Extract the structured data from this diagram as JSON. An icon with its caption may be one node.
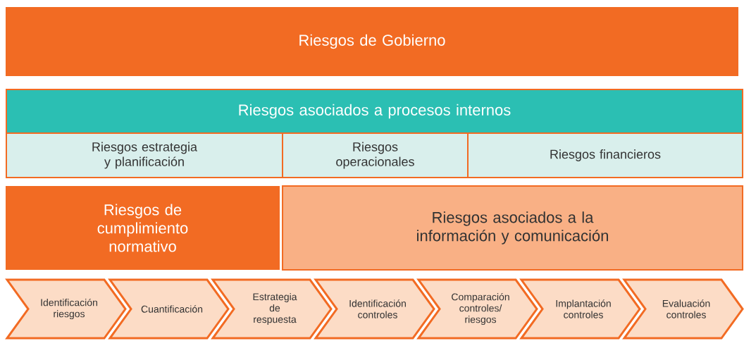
{
  "diagram": {
    "nodes": [
      {
        "text": [
          "Riesgos de Gobierno"
        ]
      },
      {
        "text": [
          "Riesgos asociados a procesos internos"
        ]
      },
      {
        "text": [
          "Riesgos estrategia y planificación"
        ]
      },
      {
        "text": [
          "Riesgos operacionales"
        ]
      },
      {
        "text": [
          "Riesgos financieros"
        ]
      },
      {
        "text": [
          "Riesgos de cumplimiento normativo"
        ]
      },
      {
        "text": [
          "Riesgos asociados a la información y comunicación"
        ]
      },
      {
        "text": [
          "Identificación riesgos"
        ]
      },
      {
        "text": [
          "Cuantificación"
        ]
      },
      {
        "text": [
          "Estrategia de respuesta"
        ]
      },
      {
        "text": [
          "Identificación controles"
        ]
      },
      {
        "text": [
          "Comparación controles/ riesgos"
        ]
      },
      {
        "text": [
          "Implantación controles"
        ]
      },
      {
        "text": [
          "Evaluación controles"
        ]
      }
    ]
  }
}
